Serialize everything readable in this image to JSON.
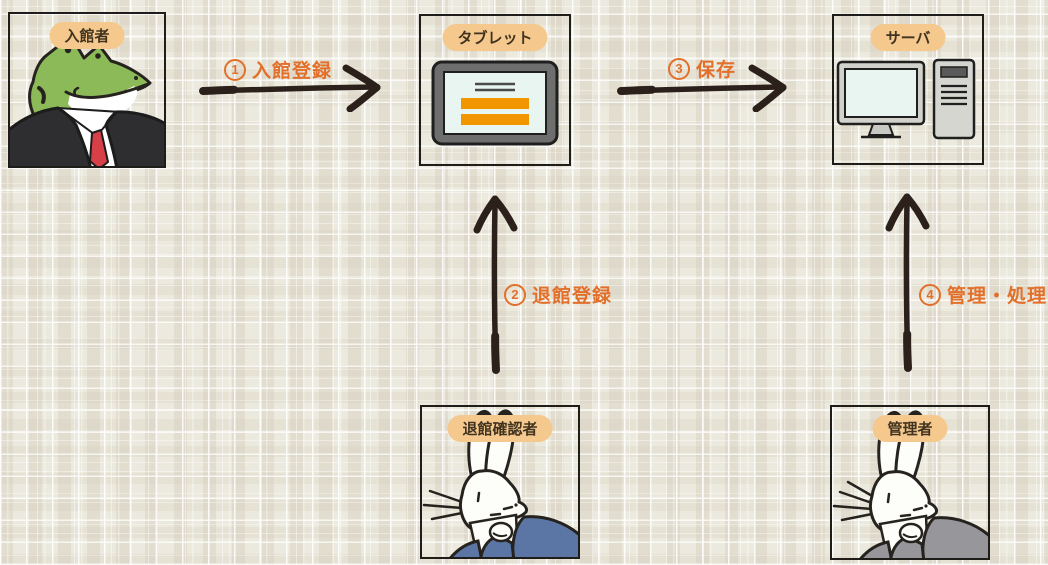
{
  "diagram": {
    "description": "visitor entry/exit registration flow",
    "colors": {
      "background": "#ECEADF",
      "box_border": "#1F1D1A",
      "label_pill_bg": "#F5C98E",
      "label_pill_text": "#41331F",
      "arrow_ink": "#2B211A",
      "flow_label_orange": "#E2702A",
      "tablet_bar_orange": "#F29600",
      "screen_blue": "#E9F5F1",
      "device_gray": "#D2D2CC",
      "frog_green": "#8CBA58",
      "tie_red": "#D84048",
      "suit_black": "#2E2E31",
      "suit_blue": "#5B76A4",
      "suit_gray": "#97979B"
    }
  },
  "nodes": [
    {
      "id": "visitor",
      "label": "入館者",
      "figure": "frog-in-business-suit"
    },
    {
      "id": "tablet",
      "label": "タブレット",
      "figure": "tablet-device"
    },
    {
      "id": "server",
      "label": "サーバ",
      "figure": "desktop-computer-with-tower"
    },
    {
      "id": "exit-checker",
      "label": "退館確認者",
      "figure": "rabbit-in-blue-suit"
    },
    {
      "id": "admin",
      "label": "管理者",
      "figure": "rabbit-in-gray-suit"
    }
  ],
  "flows": [
    {
      "number": "1",
      "label": "入館登録",
      "from": "visitor",
      "to": "tablet",
      "direction": "right"
    },
    {
      "number": "2",
      "label": "退館登録",
      "from": "exit-checker",
      "to": "tablet",
      "direction": "up"
    },
    {
      "number": "3",
      "label": "保存",
      "from": "tablet",
      "to": "server",
      "direction": "right"
    },
    {
      "number": "4",
      "label": "管理・処理",
      "from": "admin",
      "to": "server",
      "direction": "up"
    }
  ]
}
